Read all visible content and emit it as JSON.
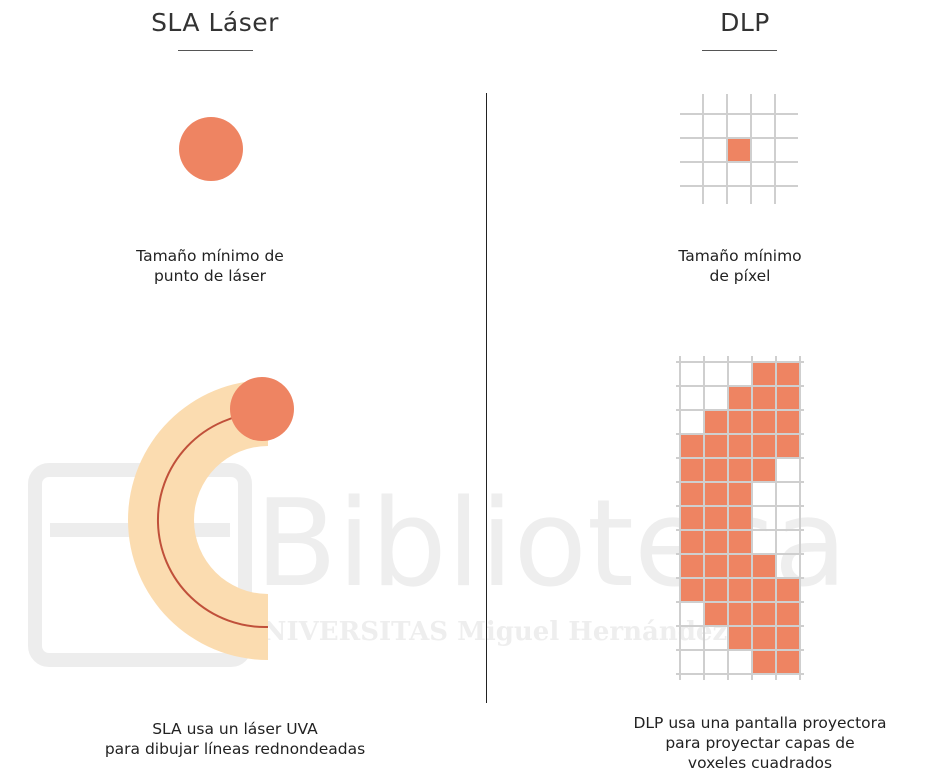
{
  "left": {
    "title": "SLA Láser",
    "min_size_caption": [
      "Tamaño mínimo de",
      "punto de láser"
    ],
    "bottom_caption": [
      "SLA usa un láser UVA",
      "para dibujar líneas rednondeadas"
    ]
  },
  "right": {
    "title": "DLP",
    "min_size_caption": [
      "Tamaño mínimo",
      "de píxel"
    ],
    "bottom_caption": [
      "DLP usa una pantalla proyectora",
      "para proyectar capas de",
      "voxeles cuadrados"
    ]
  },
  "watermark": {
    "word": "Biblioteca",
    "subtitle": "UNIVERSITAS Miguel Hernández"
  },
  "colors": {
    "accent": "#ee8462",
    "band": "#fbdcb0",
    "arc_line": "#c0503a",
    "grid": "#c9c9c9",
    "watermark": "#ececec"
  },
  "voxel_grid_filled": [
    [
      0,
      0,
      0,
      1,
      1
    ],
    [
      0,
      0,
      1,
      1,
      1
    ],
    [
      0,
      1,
      1,
      1,
      1
    ],
    [
      1,
      1,
      1,
      1,
      1
    ],
    [
      1,
      1,
      1,
      1,
      0
    ],
    [
      1,
      1,
      1,
      0,
      0
    ],
    [
      1,
      1,
      1,
      0,
      0
    ],
    [
      1,
      1,
      1,
      0,
      0
    ],
    [
      1,
      1,
      1,
      1,
      0
    ],
    [
      1,
      1,
      1,
      1,
      1
    ],
    [
      0,
      1,
      1,
      1,
      1
    ],
    [
      0,
      0,
      1,
      1,
      1
    ],
    [
      0,
      0,
      0,
      1,
      1
    ]
  ]
}
